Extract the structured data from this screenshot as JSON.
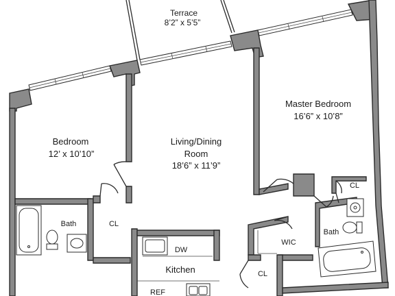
{
  "rooms": {
    "terrace": {
      "name": "Terrace",
      "size": "8’2” x 5’5”"
    },
    "bedroom": {
      "name": "Bedroom",
      "size": "12’ x 10’10”"
    },
    "living": {
      "name": "Living/Dining",
      "name2": "Room",
      "size": "18’6” x 11’9”"
    },
    "master": {
      "name": "Master Bedroom",
      "size": "16’6” x 10’8”"
    },
    "kitchen": {
      "name": "Kitchen"
    }
  },
  "fixtures": {
    "bath_left": "Bath",
    "bath_right": "Bath",
    "closet_left": "CL",
    "closet_master": "CL",
    "closet_bottom": "CL",
    "walk_in_closet": "WIC",
    "dishwasher": "DW",
    "refrigerator": "REF"
  },
  "colors": {
    "wall": "#8a8a8a",
    "line": "#2b2b2b",
    "background": "#ffffff"
  }
}
